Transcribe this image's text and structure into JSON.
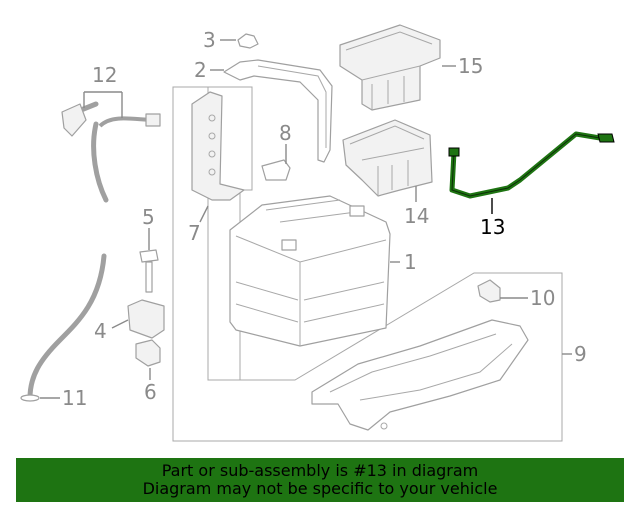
{
  "callouts": {
    "c1": "1",
    "c2": "2",
    "c3": "3",
    "c4": "4",
    "c5": "5",
    "c6": "6",
    "c7": "7",
    "c8": "8",
    "c9": "9",
    "c10": "10",
    "c11": "11",
    "c12": "12",
    "c13": "13",
    "c14": "14",
    "c15": "15"
  },
  "highlight": {
    "part": "13",
    "color": "#1e7412"
  },
  "banner": {
    "line1": "Part or sub-assembly is #13 in diagram",
    "line2": "Diagram may not be specific to your vehicle",
    "background": "#1e7412"
  }
}
